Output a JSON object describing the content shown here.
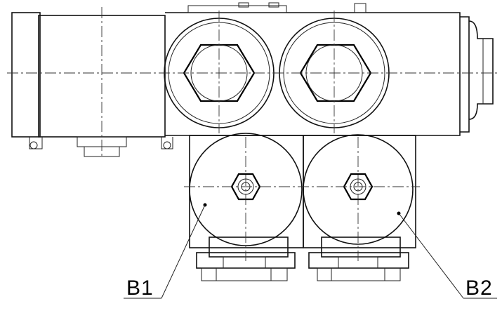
{
  "callouts": [
    {
      "id": "B1",
      "label": "B1"
    },
    {
      "id": "B2",
      "label": "B2"
    }
  ],
  "colors": {
    "line": "#111111",
    "background": "#ffffff"
  }
}
